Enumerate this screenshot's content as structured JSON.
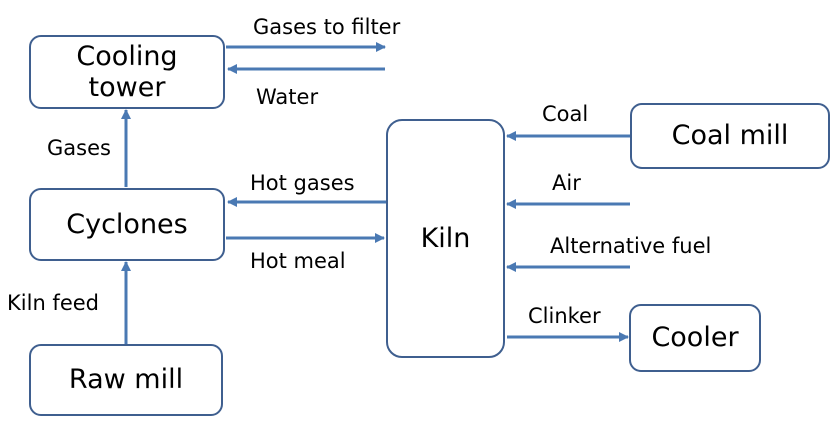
{
  "nodes": {
    "cooling_tower": "Cooling\ntower",
    "cyclones": "Cyclones",
    "raw_mill": "Raw mill",
    "kiln": "Kiln",
    "coal_mill": "Coal mill",
    "cooler": "Cooler"
  },
  "edges": {
    "gases_to_filter": "Gases to filter",
    "water": "Water",
    "gases": "Gases",
    "hot_gases": "Hot gases",
    "hot_meal": "Hot meal",
    "kiln_feed": "Kiln feed",
    "coal": "Coal",
    "air": "Air",
    "alternative_fuel": "Alternative fuel",
    "clinker": "Clinker"
  },
  "colors": {
    "arrow": "#4a79b3",
    "box_border": "#3f5f8f"
  }
}
